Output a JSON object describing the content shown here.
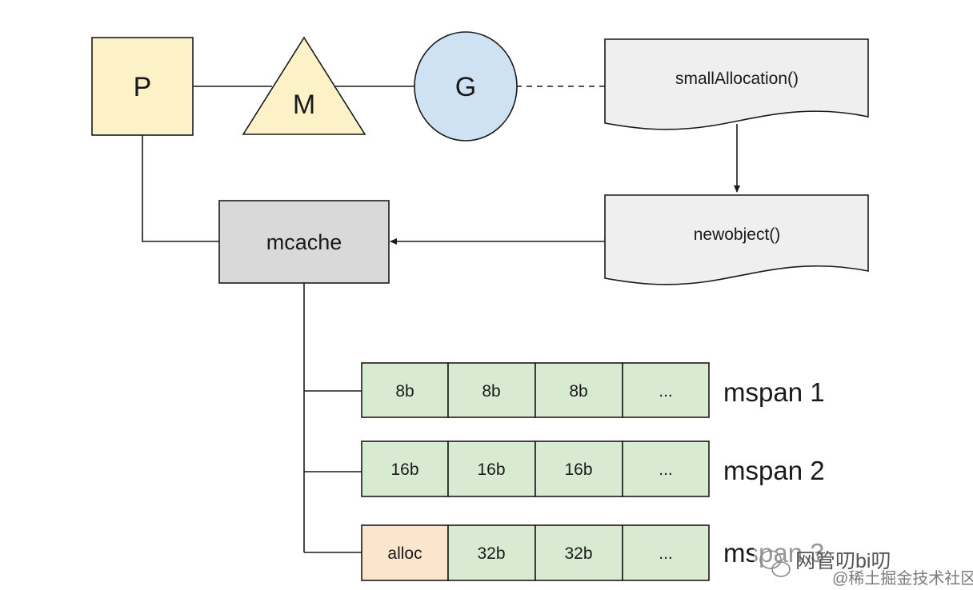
{
  "nodes": {
    "p": "P",
    "m": "M",
    "g": "G",
    "small_allocation": "smallAllocation()",
    "newobject": "newobject()",
    "mcache": "mcache"
  },
  "mspans": [
    {
      "label": "mspan 1",
      "cells": [
        "8b",
        "8b",
        "8b",
        "..."
      ]
    },
    {
      "label": "mspan 2",
      "cells": [
        "16b",
        "16b",
        "16b",
        "..."
      ]
    },
    {
      "label": "mspan 3",
      "cells": [
        "alloc",
        "32b",
        "32b",
        "..."
      ]
    }
  ],
  "watermark": {
    "author": "网管叨bi叨",
    "site": "@稀土掘金技术社区"
  },
  "colors": {
    "p_fill": "#fdf1c8",
    "m_fill": "#fdf1c8",
    "g_fill": "#cfe2f3",
    "doc_fill": "#efefef",
    "mcache_fill": "#d9d9d9",
    "cell_fill": "#d9ead3",
    "alloc_fill": "#fce5cd",
    "stroke": "#1a1a1a"
  }
}
